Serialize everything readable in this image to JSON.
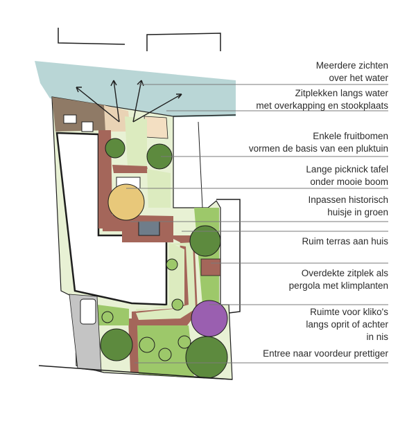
{
  "annotations": [
    {
      "id": "water-views",
      "text": "Meerdere zichten\nover het water"
    },
    {
      "id": "waterside-seating",
      "text": "Zitplekken langs water\nmet overkapping en stookplaats"
    },
    {
      "id": "fruit-trees",
      "text": "Enkele fruitbomen\nvormen de basis van een pluktuin"
    },
    {
      "id": "picnic-table",
      "text": "Lange picknick tafel\nonder mooie boom"
    },
    {
      "id": "historic-house",
      "text": "Inpassen historisch\nhuisje in groen"
    },
    {
      "id": "house-terrace",
      "text": "Ruim terras aan huis"
    },
    {
      "id": "covered-pergola",
      "text": "Overdekte zitplek als\npergola met klimplanten"
    },
    {
      "id": "bin-space",
      "text": "Ruimte voor kliko's\nlangs oprit of achter\nin nis"
    },
    {
      "id": "front-entrance",
      "text": "Entree naar voordeur prettiger"
    }
  ],
  "colors": {
    "water": "#b9d6d6",
    "lawn": "#dcebbf",
    "planting": "#9dc86a",
    "path": "#a4665a",
    "deck": "#8f7a66",
    "tree_dark": "#5d8a3e",
    "tree_yellow": "#e8c87a",
    "tree_purple": "#9a5fb0",
    "driveway": "#c4c4c4",
    "ink": "#1e1e1e"
  }
}
